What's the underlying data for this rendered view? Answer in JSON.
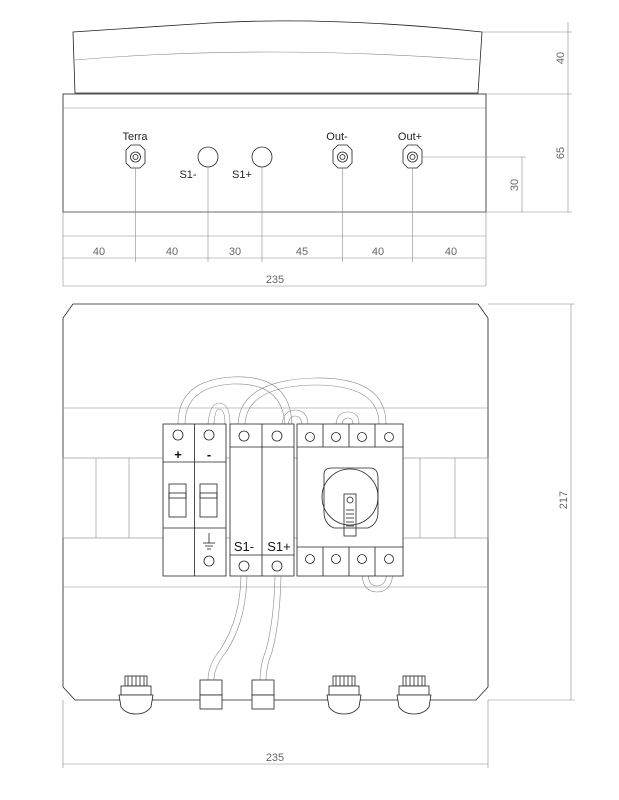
{
  "top_view": {
    "dimensions": {
      "lid_height": "40",
      "box_height": "65",
      "gland_height": "30",
      "spacing": [
        "40",
        "40",
        "30",
        "45",
        "40",
        "40"
      ],
      "total_width": "235"
    },
    "glands": {
      "terra": "Terra",
      "s1_minus": "S1-",
      "s1_plus": "S1+",
      "out_minus": "Out-",
      "out_plus": "Out+"
    }
  },
  "front_view": {
    "dimensions": {
      "height": "217",
      "width": "235"
    },
    "breaker_labels": {
      "plus": "+",
      "minus": "-"
    },
    "fuse_labels": {
      "s1_minus": "S1-",
      "s1_plus": "S1+"
    },
    "icons": [
      "ground-icon",
      "disconnect-switch-knob",
      "terminal-screw",
      "cable-gland"
    ]
  }
}
